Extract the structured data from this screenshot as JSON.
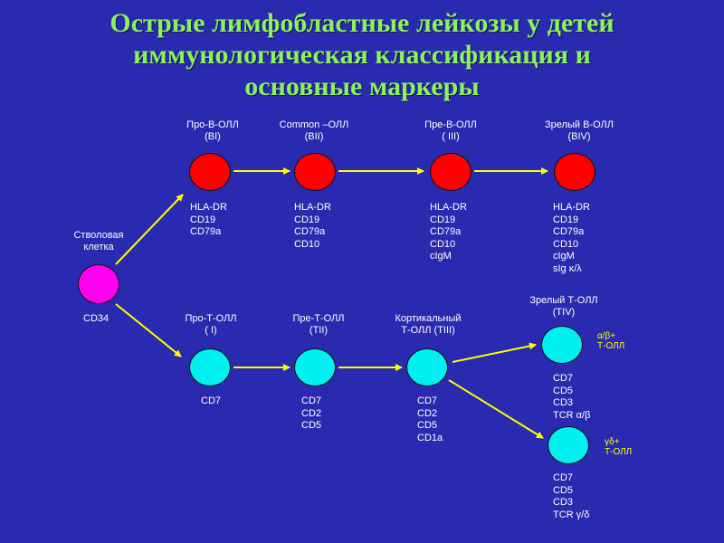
{
  "title": {
    "line1": "Острые лимфобластные лейкозы у детей",
    "line2": "иммунологическая классификация и",
    "line3": "основные маркеры"
  },
  "stem": {
    "label_line1": "Стволовая",
    "label_line2": "клетка",
    "marker": "CD34"
  },
  "b_cells": [
    {
      "name": "Про-В-ОЛЛ",
      "code": "(BI)",
      "markers": [
        "HLA-DR",
        "CD19",
        "CD79a"
      ]
    },
    {
      "name": "Common –ОЛЛ",
      "code": "(BII)",
      "markers": [
        "HLA-DR",
        "CD19",
        "CD79a",
        "CD10"
      ]
    },
    {
      "name": "Пре-В-ОЛЛ",
      "code": "( III)",
      "markers": [
        "HLA-DR",
        "CD19",
        "CD79a",
        "CD10",
        "cIgM"
      ]
    },
    {
      "name": "Зрелый В-ОЛЛ",
      "code": "(BIV)",
      "markers": [
        "HLA-DR",
        "CD19",
        "CD79a",
        "CD10",
        "cIgM",
        "sIg κ/λ"
      ]
    }
  ],
  "t_cells": [
    {
      "name": "Про-Т-ОЛЛ",
      "code": "( I)",
      "markers": [
        "CD7"
      ]
    },
    {
      "name": "Пре-Т-ОЛЛ",
      "code": "(TII)",
      "markers": [
        "CD7",
        "CD2",
        "CD5"
      ]
    },
    {
      "name": "Кортикальный",
      "code": "Т-ОЛЛ (TIII)",
      "markers": [
        "CD7",
        "CD2",
        "CD5",
        "CD1a"
      ]
    }
  ],
  "t_mature": {
    "name": "Зрелый Т-ОЛЛ",
    "code": "(TIV)",
    "ab": {
      "label_line1": "α/β+",
      "label_line2": "Т-ОЛЛ",
      "markers": [
        "CD7",
        "CD5",
        "CD3",
        "TCR α/β"
      ]
    },
    "gd": {
      "label_line1": "γδ+",
      "label_line2": "Т-ОЛЛ",
      "markers": [
        "CD7",
        "CD5",
        "CD3",
        "TCR γ/δ"
      ]
    }
  },
  "colors": {
    "background": "#2a2ab0",
    "title": "#8cf25a",
    "arrow": "#ffff00",
    "b_node": "#ff0000",
    "t_node": "#00f0f0",
    "stem_node": "#ff00f0"
  }
}
